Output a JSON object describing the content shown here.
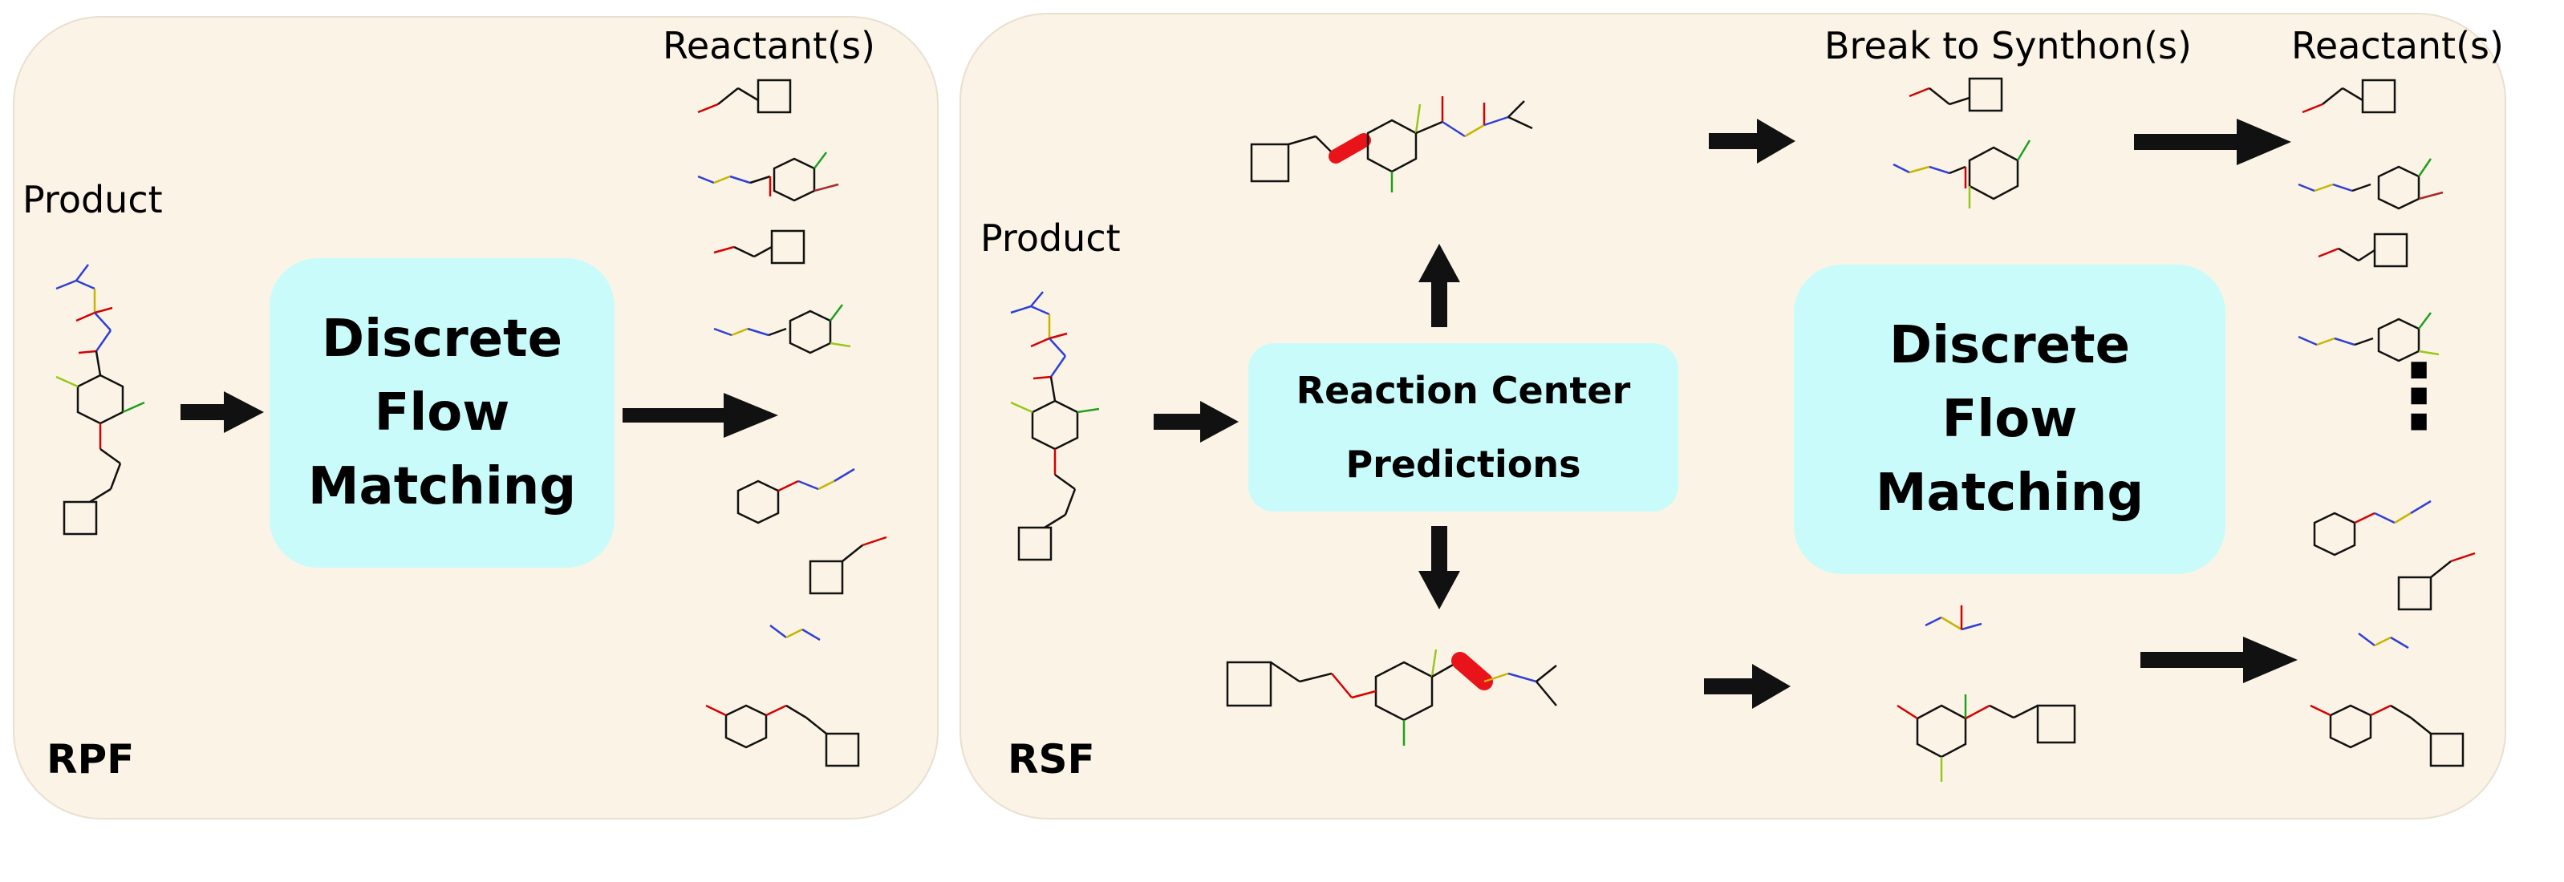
{
  "rpf": {
    "tag": "RPF",
    "product_label": "Product",
    "reactants_label": "Reactant(s)",
    "model_box": [
      "Discrete",
      "Flow",
      "Matching"
    ]
  },
  "rsf": {
    "tag": "RSF",
    "product_label": "Product",
    "synthons_label": "Break to Synthon(s)",
    "reactants_label": "Reactant(s)",
    "center_box": [
      "Reaction Center",
      "Predictions"
    ],
    "model_box": [
      "Discrete",
      "Flow",
      "Matching"
    ],
    "ellipsis": "⋮"
  },
  "colors": {
    "panel": "#fbf4e6",
    "box": "#c9fbfb",
    "arrow": "#111111",
    "highlight": "#e8141a",
    "oxygen": "#d40000",
    "nitrogen": "#2f3fd8",
    "sulfur": "#c8b400",
    "halogen_cl": "#1fa01f",
    "halogen_f": "#9ac61a",
    "bromine": "#a52a2a"
  }
}
